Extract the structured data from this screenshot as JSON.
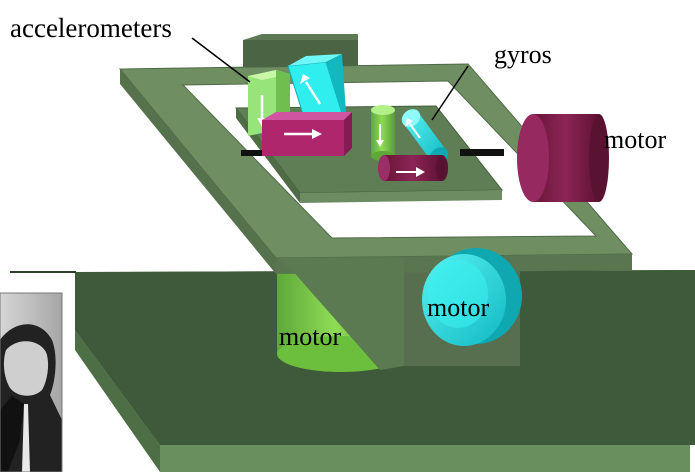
{
  "labels": {
    "accelerometers": "accelerometers",
    "gyros": "gyros",
    "motor_right": "motor",
    "motor_center": "motor",
    "motor_left": "motor"
  },
  "colors": {
    "base_top": "#3f5a3a",
    "base_front": "#557a4d",
    "gimbal_frame": "#6f8f62",
    "tower": "#576f4e",
    "accelerometer_green": "#90e070",
    "gyro_cyan": "#26e6e6",
    "magenta_block": "#b0266c",
    "maroon_motor": "#7a1d48",
    "green_motor": "#86d64c",
    "arrow_white": "#ffffff",
    "label_text": "#000000"
  },
  "icons": {
    "photo": "person-photo",
    "arrows": "direction-arrow"
  }
}
